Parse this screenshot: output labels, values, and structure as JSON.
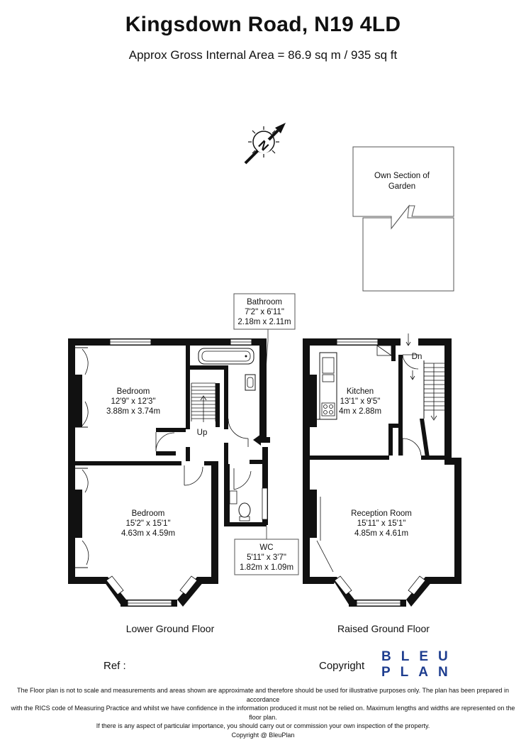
{
  "header": {
    "title": "Kingsdown Road, N19 4LD",
    "area": "Approx Gross Internal Area = 86.9 sq m / 935 sq ft"
  },
  "compass": {
    "letter": "N",
    "icon": "north-arrow-icon"
  },
  "garden": {
    "line1": "Own Section of",
    "line2": "Garden"
  },
  "rooms": {
    "bathroom": {
      "name": "Bathroom",
      "imperial": "7'2\" x 6'11\"",
      "metric": "2.18m x 2.11m"
    },
    "bedroom1": {
      "name": "Bedroom",
      "imperial": "12'9\" x 12'3\"",
      "metric": "3.88m x 3.74m"
    },
    "bedroom2": {
      "name": "Bedroom",
      "imperial": "15'2\" x 15'1\"",
      "metric": "4.63m x 4.59m"
    },
    "wc": {
      "name": "WC",
      "imperial": "5'11\" x 3'7\"",
      "metric": "1.82m x 1.09m"
    },
    "kitchen": {
      "name": "Kitchen",
      "imperial": "13'1\" x 9'5\"",
      "metric": "4m x 2.88m"
    },
    "reception": {
      "name": "Reception Room",
      "imperial": "15'11\" x 15'1\"",
      "metric": "4.85m x 4.61m"
    }
  },
  "stairs": {
    "up": "Up",
    "down": "Dn"
  },
  "floors": {
    "lower": "Lower Ground Floor",
    "raised": "Raised Ground Floor"
  },
  "footer": {
    "ref": "Ref  :",
    "copyright": "Copyright",
    "logo_line1": "BLEU",
    "logo_line2": "PLAN",
    "logo_color": "#1e3d8f",
    "disclaimer1": "The Floor plan is not to scale and measurements and areas shown are approximate and therefore should be used for illustrative purposes only. The plan has been prepared in accordance",
    "disclaimer2": "with the RICS code of Measuring Practice and whilst we have confidence in the information produced it must not be relied on. Maximum lengths and widths are represented on the floor plan.",
    "disclaimer3": "If there is any aspect of particular importance, you should carry out or commission your own inspection of the property.",
    "disclaimer4": "Copyright @ BleuPlan"
  }
}
